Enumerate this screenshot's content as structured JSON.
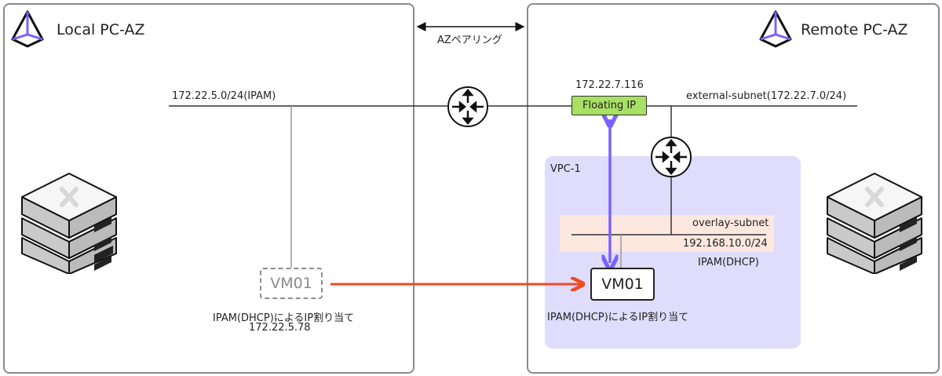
{
  "local_az": {
    "title": "Local PC-AZ",
    "subnet_label": "172.22.5.0/24(IPAM)",
    "vm": {
      "name": "VM01",
      "state": "migrated-source",
      "ip_assignment": "IPAM(DHCP)によるIP割り当て",
      "ip": "172.22.5.78"
    }
  },
  "peering": {
    "label": "AZペアリング"
  },
  "remote_az": {
    "title": "Remote PC-AZ",
    "floating_ip_address": "172.22.7.116",
    "floating_ip_label": "Floating IP",
    "external_subnet_label": "external-subnet(172.22.7.0/24)",
    "vpc": {
      "name": "VPC-1",
      "overlay_subnet_name": "overlay-subnet",
      "overlay_subnet_cidr": "192.168.10.0/24",
      "ipam_label": "IPAM(DHCP)",
      "vm": {
        "name": "VM01",
        "ip_assignment": "IPAM(DHCP)によるIP割り当て"
      }
    }
  },
  "colors": {
    "migration_arrow": "#f04a23",
    "floating_ip_arrow": "#7b61ff",
    "floating_ip_fill": "#a8e063",
    "vpc_fill": "#e0dcfc",
    "overlay_fill": "#fde8e0",
    "logo_accent": "#7b61ff"
  }
}
